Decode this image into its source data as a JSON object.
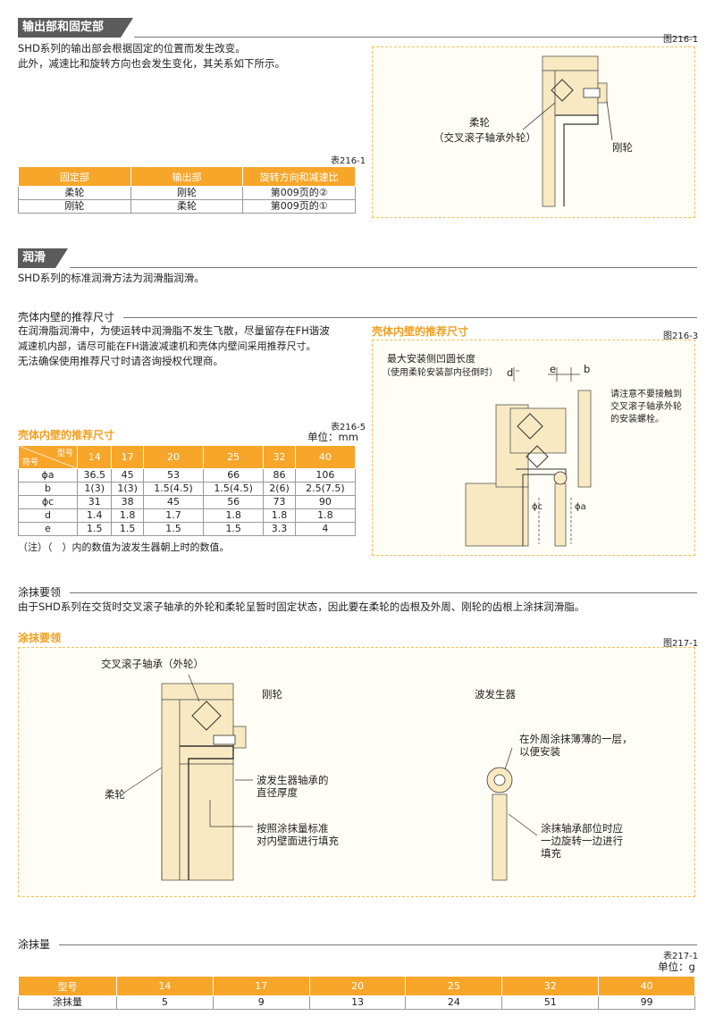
{
  "sec1": {
    "title": "输出部和固定部",
    "line1": "SHD系列的输出部会根据固定的位置而发生改变。",
    "line2": "此外，减速比和旋转方向也会发生变化，其关系如下所示。",
    "fig_id": "图216-1",
    "fig_label_flex": "柔轮",
    "fig_label_flex_sub": "（交叉滚子轴承外轮）",
    "fig_label_rigid": "刚轮",
    "table_id": "表216-1",
    "table": {
      "headers": [
        "固定部",
        "输出部",
        "旋转方向和减速比"
      ],
      "rows": [
        [
          "柔轮",
          "刚轮",
          "第009页的②"
        ],
        [
          "刚轮",
          "柔轮",
          "第009页的①"
        ]
      ]
    }
  },
  "sec2": {
    "title": "润滑",
    "line1": "SHD系列的标准润滑方法为润滑脂润滑。",
    "sub_title": "壳体内壁的推荐尺寸",
    "p1": "在润滑脂润滑中，为使运转中润滑脂不发生飞散，尽量留存在FH谐波",
    "p2": "减速机内部，请尽可能在FH谐波减速机和壳体内壁间采用推荐尺寸。",
    "p3": "无法确保使用推荐尺寸时请咨询授权代理商。",
    "table_caption": "壳体内壁的推荐尺寸",
    "table_id": "表216-5",
    "table_unit": "单位：mm",
    "table": {
      "corner_top": "型号",
      "corner_bottom": "符号",
      "models": [
        "14",
        "17",
        "20",
        "25",
        "32",
        "40"
      ],
      "rows": [
        {
          "sym": "ϕa",
          "vals": [
            "36.5",
            "45",
            "53",
            "66",
            "86",
            "106"
          ]
        },
        {
          "sym": "b",
          "vals": [
            "1(3)",
            "1(3)",
            "1.5(4.5)",
            "1.5(4.5)",
            "2(6)",
            "2.5(7.5)"
          ]
        },
        {
          "sym": "ϕc",
          "vals": [
            "31",
            "38",
            "45",
            "56",
            "73",
            "90"
          ]
        },
        {
          "sym": "d",
          "vals": [
            "1.4",
            "1.8",
            "1.7",
            "1.8",
            "1.8",
            "1.8"
          ]
        },
        {
          "sym": "e",
          "vals": [
            "1.5",
            "1.5",
            "1.5",
            "1.5",
            "3.3",
            "4"
          ]
        }
      ]
    },
    "note": "（注）（　）内的数值为波发生器朝上时的数值。",
    "fig_caption": "壳体内壁的推荐尺寸",
    "fig_id": "图216-3",
    "fig_label1": "最大安装侧凹圆长度",
    "fig_label2": "（使用柔轮安装部内径倒时）",
    "fig_d": "d",
    "fig_e": "e",
    "fig_b": "b",
    "fig_note1": "请注意不要接触到",
    "fig_note2": "交叉滚子轴承外轮",
    "fig_note3": "的安装螺栓。",
    "fig_phic": "ϕc",
    "fig_phia": "ϕa"
  },
  "sec3": {
    "sub_title": "涂抹要领",
    "line1": "由于SHD系列在交货时交叉滚子轴承的外轮和柔轮呈暂时固定状态，因此要在柔轮的齿根及外周、刚轮的齿根上涂抹润滑脂。",
    "fig_caption": "涂抹要领",
    "fig_id": "图217-1",
    "label_bearing": "交叉滚子轴承（外轮）",
    "label_rigid": "刚轮",
    "label_wave": "波发生器",
    "label_flex": "柔轮",
    "label_wg_bearing1": "波发生器轴承的",
    "label_wg_bearing2": "直径厚度",
    "label_fill1": "按照涂抹量标准",
    "label_fill2": "对内壁面进行填充",
    "label_thin1": "在外周涂抹薄薄的一层，",
    "label_thin2": "以便安装",
    "label_rotate1": "涂抹轴承部位时应",
    "label_rotate2": "一边旋转一边进行",
    "label_rotate3": "填充"
  },
  "sec4": {
    "sub_title": "涂抹量",
    "table_id": "表217-1",
    "unit": "单位：g",
    "header_label": "型号",
    "models": [
      "14",
      "17",
      "20",
      "25",
      "32",
      "40"
    ],
    "row_label": "涂抹量",
    "values": [
      "5",
      "9",
      "13",
      "24",
      "51",
      "99"
    ]
  }
}
